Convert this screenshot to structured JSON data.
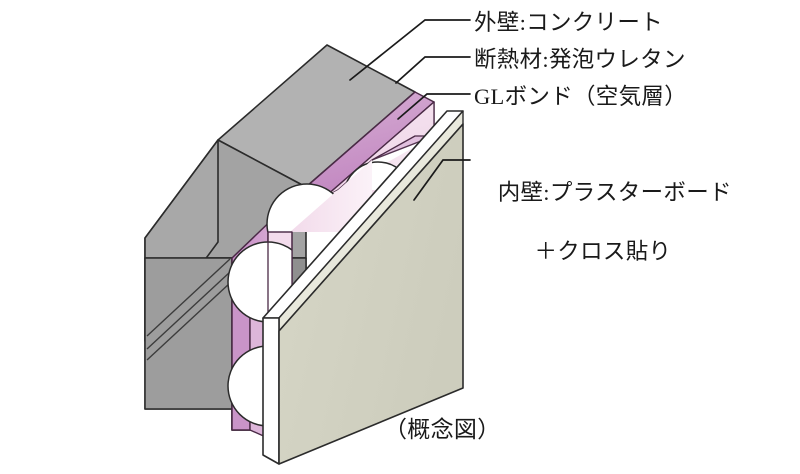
{
  "figure": {
    "type": "architectural-cross-section",
    "subject": "exterior wall layer composition (concept drawing)",
    "caption": "（概念図）",
    "labels": [
      {
        "id": "outer",
        "text": "外壁:コンクリート"
      },
      {
        "id": "insul",
        "text": "断熱材:発泡ウレタン"
      },
      {
        "id": "glbond",
        "text": "GLボンド（空気層）"
      },
      {
        "id": "inner_line1",
        "text": "内壁:プラスターボード"
      },
      {
        "id": "inner_line2",
        "text": "＋クロス貼り"
      }
    ],
    "layers": [
      {
        "name": "外壁:コンクリート",
        "role": "exterior-wall-concrete",
        "color": "#a8a8a8"
      },
      {
        "name": "断熱材:発泡ウレタン",
        "role": "insulation-urethane-foam",
        "color": "#c79bc7"
      },
      {
        "name": "GLボンド（空気層）",
        "role": "gl-bond-air-layer",
        "color": "#f0d5e8"
      },
      {
        "name": "内壁:プラスターボード",
        "role": "interior-plasterboard",
        "color": "#d2d2c2"
      }
    ],
    "colors": {
      "concrete_top": "#b0b0b0",
      "concrete_left": "#999999",
      "concrete_front": "#a6a6a6",
      "concrete_dark": "#8f8f8f",
      "insulation_dark": "#c28cc2",
      "insulation_mid": "#d3a6d0",
      "insulation_light": "#e3c4e0",
      "glbond_light": "#f4dced",
      "glbond_mid": "#edd0e4",
      "glbond_pale": "#f8ecf4",
      "board_face": "#d3d3c3",
      "board_edge": "#ffffff",
      "board_shadow": "#c4c4b4",
      "outline": "#2b2b2b",
      "leader": "#1a1a1a",
      "background": "#ffffff"
    }
  }
}
